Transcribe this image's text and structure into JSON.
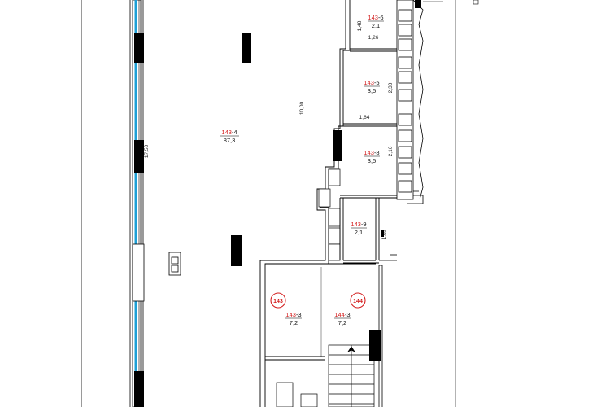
{
  "rooms": {
    "r143_6": {
      "code": "143",
      "suffix": "-6",
      "area": "2,1"
    },
    "r143_5": {
      "code": "143",
      "suffix": "-5",
      "area": "3,5"
    },
    "r143_4": {
      "code": "143",
      "suffix": "-4",
      "area": "87,3"
    },
    "r143_8": {
      "code": "143",
      "suffix": "-8",
      "area": "3,5"
    },
    "r143_9": {
      "code": "143",
      "suffix": "-9",
      "area": "2,1"
    },
    "r143_3": {
      "code": "143",
      "suffix": "-3",
      "area": "7,2"
    },
    "r144_3": {
      "code": "144",
      "suffix": "-3",
      "area": "7,2"
    }
  },
  "dimensions": {
    "d148": "1,48",
    "d126": "1,26",
    "d230": "2,30",
    "d1000": "10,00",
    "d164": "1,64",
    "d216": "2,16",
    "d1753": "17,53",
    "d189": "1,89"
  },
  "markers": {
    "m143": "143",
    "m144": "144"
  },
  "colors": {
    "wall": "#000000",
    "window_glass": "#1ea0d6",
    "room_code": "#d42020"
  }
}
